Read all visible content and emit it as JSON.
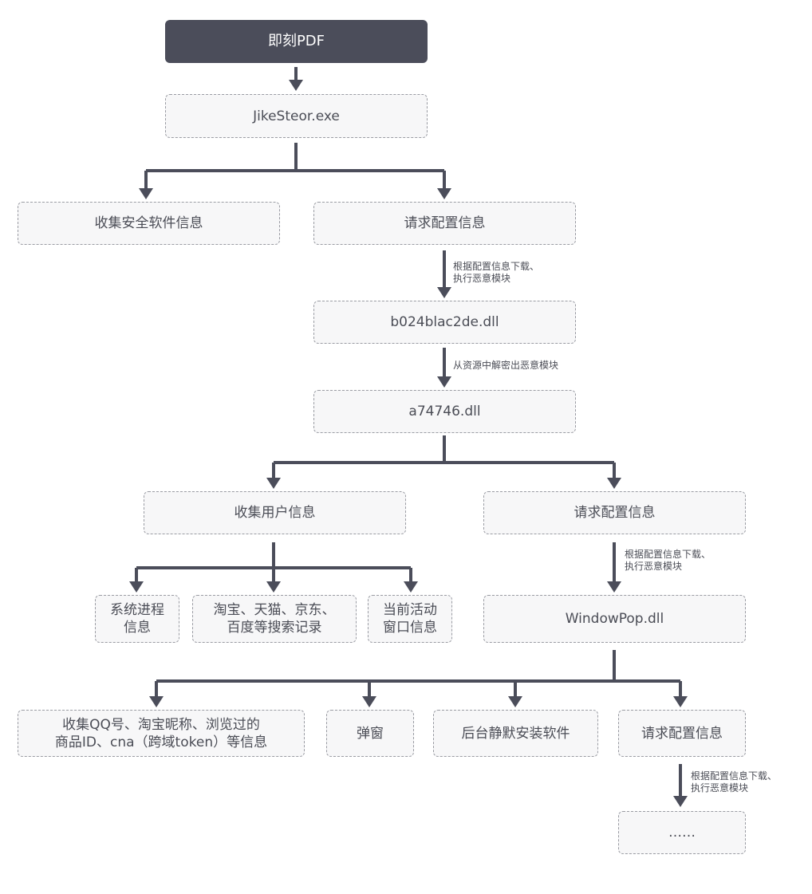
{
  "nodes": {
    "root": "即刻PDF",
    "jike_exe": "JikeSteor.exe",
    "collect_security": "收集安全软件信息",
    "request_config_1": "请求配置信息",
    "b024_dll": "b024blac2de.dll",
    "a747_dll": "a74746.dll",
    "collect_user": "收集用户信息",
    "request_config_2": "请求配置信息",
    "system_process": "系统进程\n信息",
    "shopping_search": "淘宝、天猫、京东、\n百度等搜索记录",
    "active_window": "当前活动\n窗口信息",
    "windowpop_dll": "WindowPop.dll",
    "collect_qq": "收集QQ号、淘宝昵称、浏览过的\n商品ID、cna（跨域token）等信息",
    "popup": "弹窗",
    "silent_install": "后台静默安装软件",
    "request_config_3": "请求配置信息",
    "ellipsis": "……"
  },
  "notes": {
    "download_exec_1": "根据配置信息下载、\n执行恶意模块",
    "decrypt_resource": "从资源中解密出恶意模块",
    "download_exec_2": "根据配置信息下载、\n执行恶意模块",
    "download_exec_3": "根据配置信息下载、\n执行恶意模块"
  },
  "colors": {
    "connector": "#4b4d5a",
    "root_fill": "#4b4d5a",
    "node_fill": "#f7f7f8",
    "node_border": "#9a9ca3",
    "text": "#4b4d56"
  }
}
